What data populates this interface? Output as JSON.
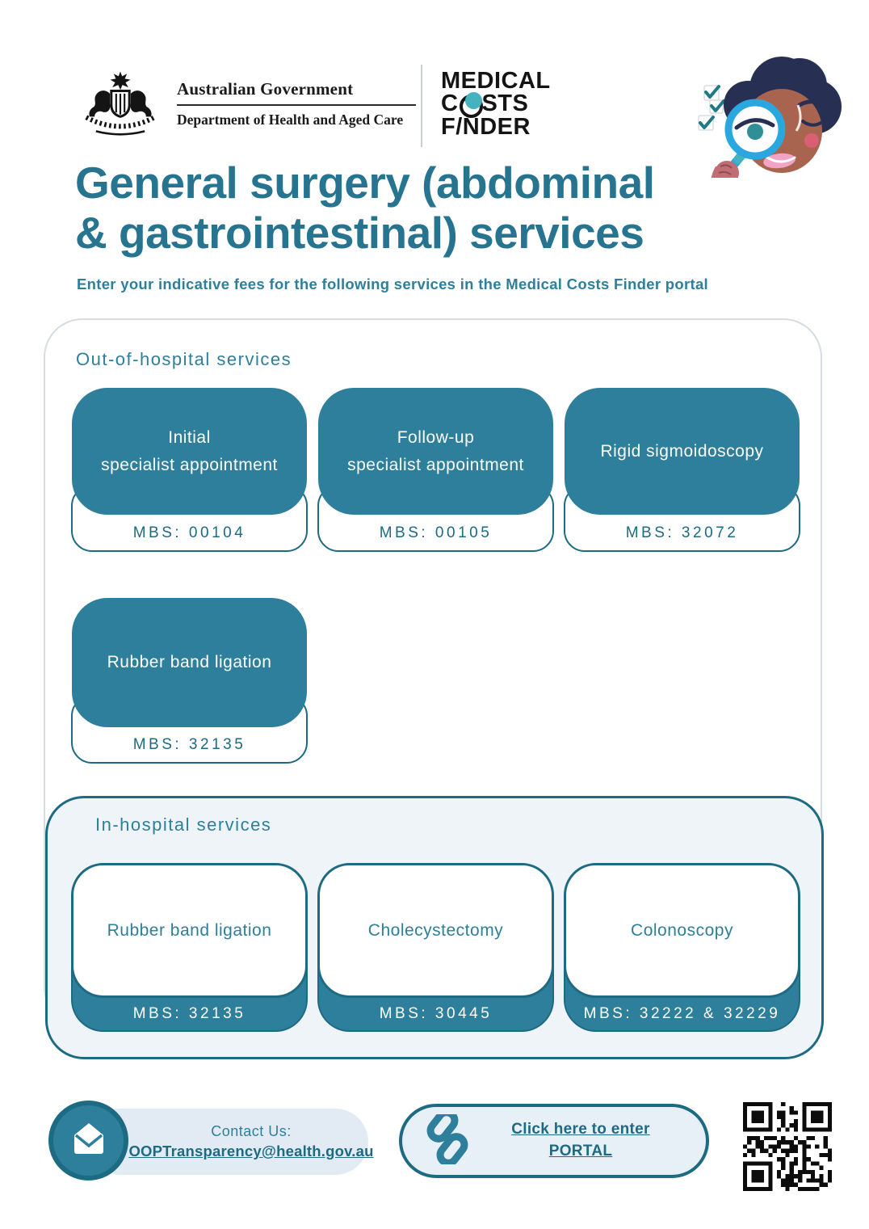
{
  "header": {
    "gov": {
      "line1": "Australian Government",
      "line2": "Department of Health and Aged Care"
    },
    "mcf": {
      "line1": "MEDICAL",
      "costs_c": "C",
      "costs_rest": "STS",
      "finder_f": "F",
      "finder_slash": "/",
      "finder_rest": "NDER"
    }
  },
  "title": {
    "line1": "General surgery (abdominal",
    "line2": "& gastrointestinal) services"
  },
  "subtitle": "Enter your indicative fees for the following services in the Medical Costs Finder portal",
  "out_of_hospital": {
    "label": "Out-of-hospital services",
    "cards": [
      {
        "title_line1": "Initial",
        "title_line2": "specialist appointment",
        "mbs": "MBS: 00104"
      },
      {
        "title_line1": "Follow-up",
        "title_line2": "specialist appointment",
        "mbs": "MBS: 00105"
      },
      {
        "title_line1": "Rigid sigmoidoscopy",
        "mbs": "MBS: 32072"
      },
      {
        "title_line1": "Rubber band ligation",
        "mbs": "MBS: 32135"
      }
    ]
  },
  "in_hospital": {
    "label": "In-hospital services",
    "cards": [
      {
        "title_line1": "Rubber band ligation",
        "mbs": "MBS: 32135"
      },
      {
        "title_line1": "Cholecystectomy",
        "mbs": "MBS: 30445"
      },
      {
        "title_line1": "Colonoscopy",
        "mbs": "MBS: 32222 & 32229"
      }
    ]
  },
  "footer": {
    "contact_label": "Contact Us:",
    "contact_email": "OOPTransparency@health.gov.au",
    "portal_link_line1": "Click here to enter",
    "portal_link_line2": "PORTAL"
  },
  "colors": {
    "teal_fill": "#2E7F9B",
    "teal_dark": "#1D6A83",
    "heading_teal": "#26748F",
    "panel_light": "#EFF4F8",
    "logo_dot_teal": "#45B2C0",
    "magnifier_blue": "#2BA7E0"
  }
}
